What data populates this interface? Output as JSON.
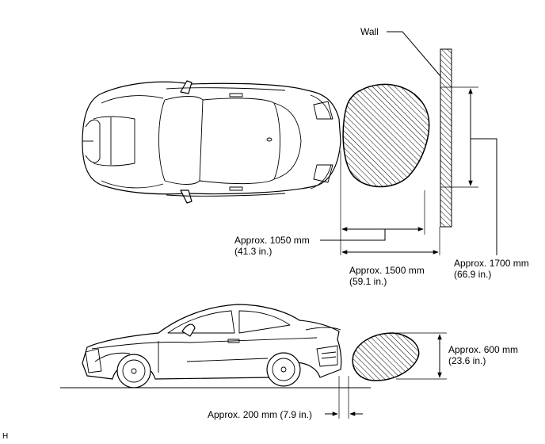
{
  "labels": {
    "wall": "Wall",
    "dim_1050_mm": "Approx. 1050 mm",
    "dim_1050_in": "(41.3 in.)",
    "dim_1500_mm": "Approx. 1500 mm",
    "dim_1500_in": "(59.1 in.)",
    "dim_1700_mm": "Approx. 1700 mm",
    "dim_1700_in": "(66.9 in.)",
    "dim_600_mm": "Approx. 600 mm",
    "dim_600_in": "(23.6 in.)",
    "dim_200": "Approx. 200 mm (7.9 in.)",
    "corner_mark": "H"
  }
}
